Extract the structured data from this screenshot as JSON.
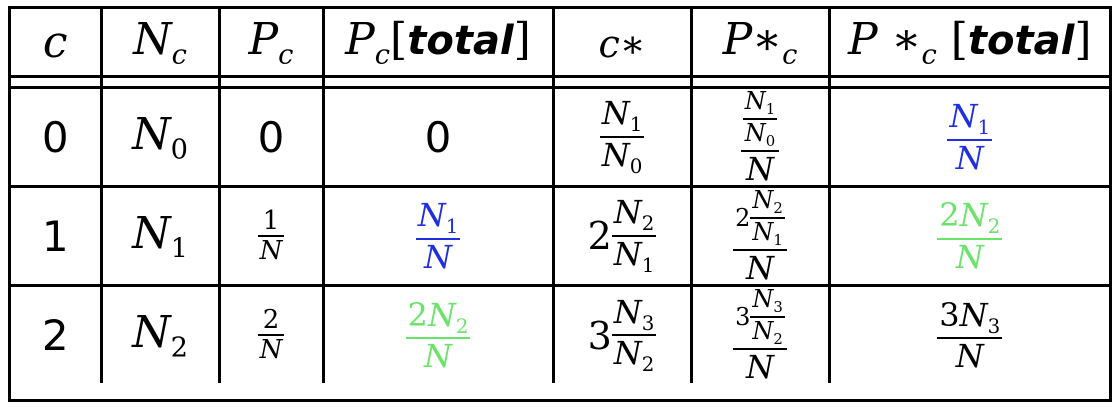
{
  "header": {
    "c": "c",
    "Nc_main": "N",
    "Nc_sub": "c",
    "Pc_main": "P",
    "Pc_sub": "c",
    "Pc_total_main": "P",
    "Pc_total_sub": "c",
    "Pc_total_word": "total",
    "cstar": "c∗",
    "Pstar_main": "P∗",
    "Pstar_sub": "c",
    "Pstar_total_main": "P ∗",
    "Pstar_total_sub": "c",
    "Pstar_total_word": "total"
  },
  "rows": [
    {
      "c": "0",
      "N_main": "N",
      "N_sub": "0",
      "P": "0",
      "Ptotal": "0",
      "cstar": {
        "coef": "",
        "num_main": "N",
        "num_sub": "1",
        "den_main": "N",
        "den_sub": "0"
      },
      "pstar": {
        "coef": "",
        "num_main": "N",
        "num_sub": "1",
        "inner_den_main": "N",
        "inner_den_sub": "0",
        "den": "N"
      },
      "pstar_total": {
        "num_coef": "",
        "num_main": "N",
        "num_sub": "1",
        "den": "N",
        "color": "#1f2fe0"
      }
    },
    {
      "c": "1",
      "N_main": "N",
      "N_sub": "1",
      "P": {
        "num": "1",
        "den": "N"
      },
      "Ptotal": {
        "num_coef": "",
        "num_main": "N",
        "num_sub": "1",
        "den": "N",
        "color": "#1f2fe0"
      },
      "cstar": {
        "coef": "2",
        "num_main": "N",
        "num_sub": "2",
        "den_main": "N",
        "den_sub": "1"
      },
      "pstar": {
        "coef": "2",
        "num_main": "N",
        "num_sub": "2",
        "inner_den_main": "N",
        "inner_den_sub": "1",
        "den": "N"
      },
      "pstar_total": {
        "num_coef": "2",
        "num_main": "N",
        "num_sub": "2",
        "den": "N",
        "color": "#6be36b"
      }
    },
    {
      "c": "2",
      "N_main": "N",
      "N_sub": "2",
      "P": {
        "num": "2",
        "den": "N"
      },
      "Ptotal": {
        "num_coef": "2",
        "num_main": "N",
        "num_sub": "2",
        "den": "N",
        "color": "#6be36b"
      },
      "cstar": {
        "coef": "3",
        "num_main": "N",
        "num_sub": "3",
        "den_main": "N",
        "den_sub": "2"
      },
      "pstar": {
        "coef": "3",
        "num_main": "N",
        "num_sub": "3",
        "inner_den_main": "N",
        "inner_den_sub": "2",
        "den": "N"
      },
      "pstar_total": {
        "num_coef": "3",
        "num_main": "N",
        "num_sub": "3",
        "den": "N",
        "color": "#000000"
      }
    }
  ]
}
